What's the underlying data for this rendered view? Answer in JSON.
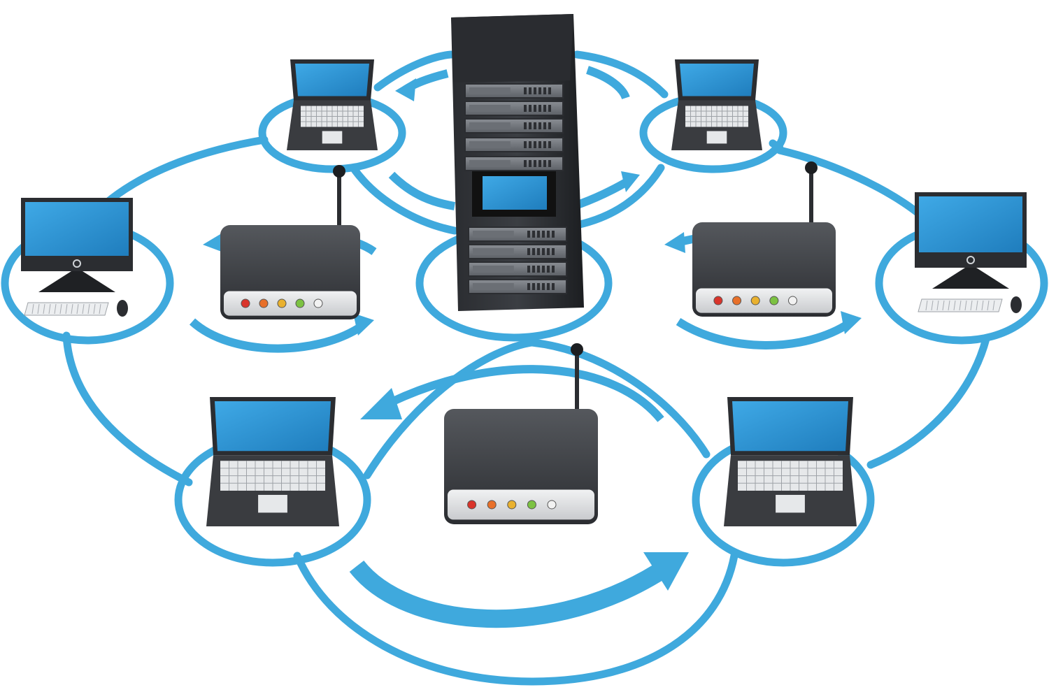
{
  "diagram": {
    "colors": {
      "ring": "#3fa9dd",
      "device_body": "#3a3c40",
      "device_front": "#e3e4e6",
      "screen": "#2a8fd0",
      "rack": "#1f2124"
    },
    "nodes": [
      {
        "id": "server-rack",
        "kind": "server-rack",
        "icon": "server-rack-icon"
      },
      {
        "id": "laptop-top-left",
        "kind": "laptop",
        "icon": "laptop-icon"
      },
      {
        "id": "laptop-top-right",
        "kind": "laptop",
        "icon": "laptop-icon"
      },
      {
        "id": "desktop-left",
        "kind": "desktop",
        "icon": "desktop-computer-icon"
      },
      {
        "id": "desktop-right",
        "kind": "desktop",
        "icon": "desktop-computer-icon"
      },
      {
        "id": "router-left",
        "kind": "router",
        "icon": "wireless-router-icon"
      },
      {
        "id": "router-right",
        "kind": "router",
        "icon": "wireless-router-icon"
      },
      {
        "id": "router-bottom",
        "kind": "router",
        "icon": "wireless-router-icon"
      },
      {
        "id": "laptop-bottom-left",
        "kind": "laptop",
        "icon": "laptop-icon"
      },
      {
        "id": "laptop-bottom-right",
        "kind": "laptop",
        "icon": "laptop-icon"
      }
    ],
    "router_leds": [
      "#d9342b",
      "#e8702a",
      "#e9b12f",
      "#7cc242",
      "#f2f2f2"
    ]
  }
}
